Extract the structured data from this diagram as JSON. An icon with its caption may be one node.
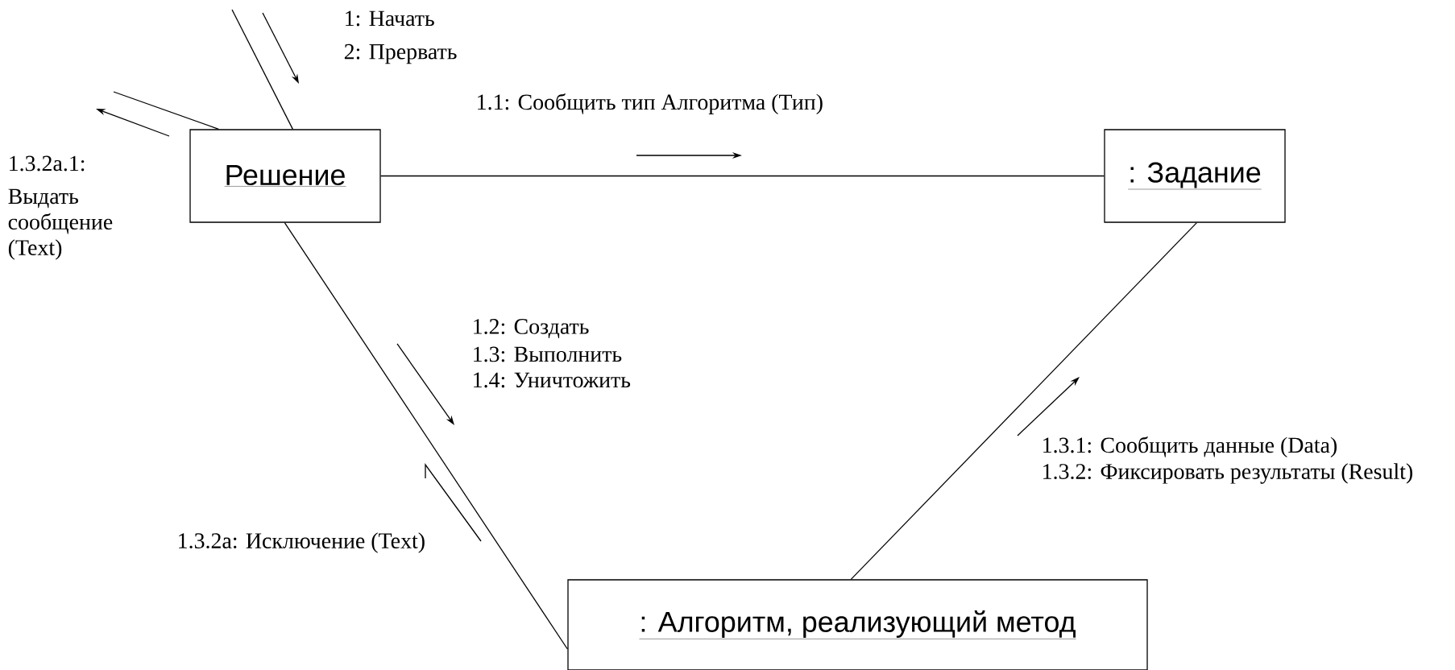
{
  "diagram": {
    "nodes": [
      {
        "text": [
          "Решение"
        ]
      },
      {
        "text": [
          ": Задание"
        ]
      },
      {
        "text": [
          ": Алгоритм, реализующий метод"
        ]
      }
    ],
    "edges": [
      {
        "from": 0,
        "to": 1,
        "arrow": "none"
      },
      {
        "from": 0,
        "to": 2,
        "arrow": "none"
      },
      {
        "from": 1,
        "to": 2,
        "arrow": "none"
      },
      {
        "from": null,
        "to": 0,
        "arrow": "none"
      },
      {
        "from": null,
        "to": 0,
        "arrow": "none"
      }
    ],
    "labels": [
      "1: Начать",
      "2: Прервать",
      "1.1: Сообщить тип Алгоритма (Тип)",
      "1.3.2a.1:",
      "Выдать сообщение (Text)",
      "1.2: Создать",
      "1.3: Выполнить",
      "1.4: Уничтожить",
      "1.3.1: Сообщить данные (Data)",
      "1.3.2: Фиксировать результаты (Result)",
      "1.3.2a: Исключение (Text)"
    ]
  }
}
